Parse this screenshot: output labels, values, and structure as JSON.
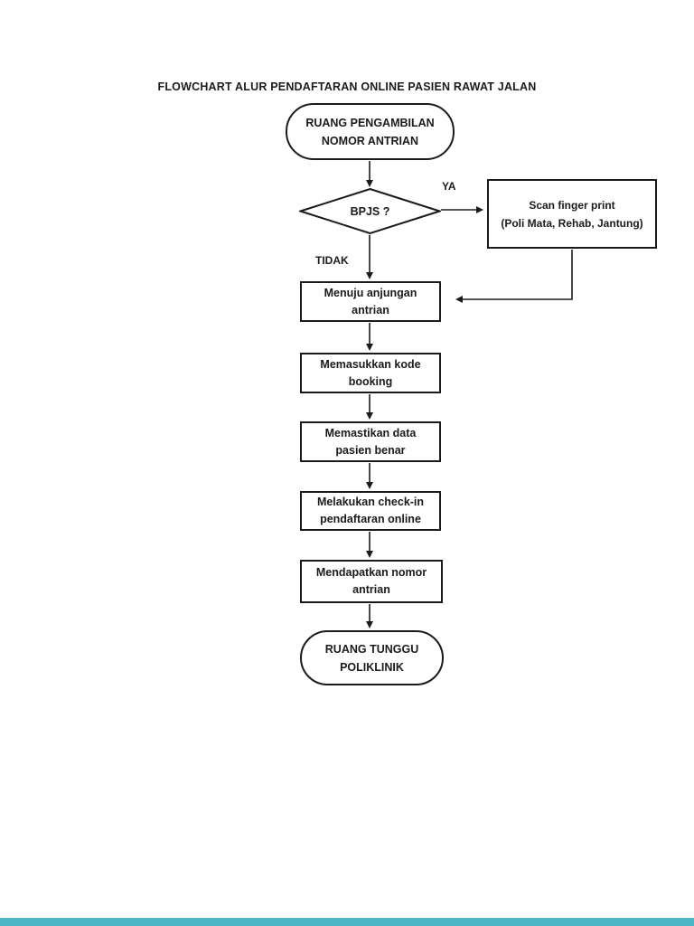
{
  "title": "FLOWCHART ALUR PENDAFTARAN ONLINE PASIEN RAWAT JALAN",
  "colors": {
    "ink": "#1b1b1b",
    "background": "#ffffff",
    "bottom_bar": "#4db7c6"
  },
  "flowchart": {
    "start_label": "RUANG PENGAMBILAN\nNOMOR ANTRIAN",
    "decision_label": "BPJS ?",
    "yes_label": "YA",
    "no_label": "TIDAK",
    "yes_branch_label": "Scan finger print\n(Poli Mata, Rehab, Jantung)",
    "steps": [
      {
        "label": "Menuju anjungan\nantrian"
      },
      {
        "label": "Memasukkan kode\nbooking"
      },
      {
        "label": "Memastikan data\npasien benar"
      },
      {
        "label": "Melakukan check-in\npendaftaran online"
      },
      {
        "label": "Mendapatkan nomor\nantrian"
      }
    ],
    "end_label": "RUANG TUNGGU\nPOLIKLINIK"
  }
}
